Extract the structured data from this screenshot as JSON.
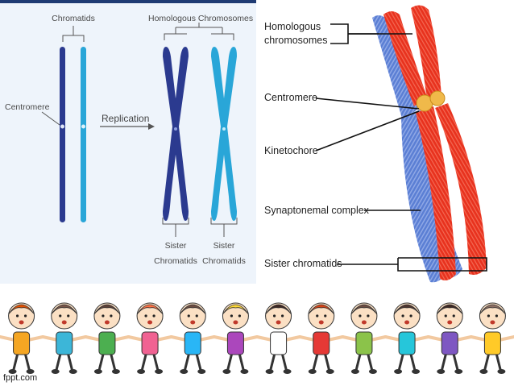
{
  "left_diagram": {
    "chromatids_label": "Chromatids",
    "homologous_label": "Homologous Chromosomes",
    "centromere_label": "Centromere",
    "replication_label": "Replication",
    "sister_label_line1": "Sister",
    "sister_label_line2": "Chromatids"
  },
  "right_diagram": {
    "labels": {
      "homologous_line1": "Homologous",
      "homologous_line2": "chromosomes",
      "centromere": "Centromere",
      "kinetochore": "Kinetochore",
      "synaptonemal": "Synaptonemal complex",
      "sister_chromatids": "Sister chromatids"
    }
  },
  "footer": {
    "brand": "fppt.com"
  },
  "colors": {
    "dark_chromosome": "#2b3a8f",
    "light_chromosome": "#29a6d8",
    "red_chromosome": "#e8321e",
    "blue_chromosome": "#5b7fd4",
    "centromere": "#f0b94a"
  },
  "icons": {
    "replication_arrow": "arrow-right-icon",
    "kids_border": "children-holding-hands-illustration"
  }
}
